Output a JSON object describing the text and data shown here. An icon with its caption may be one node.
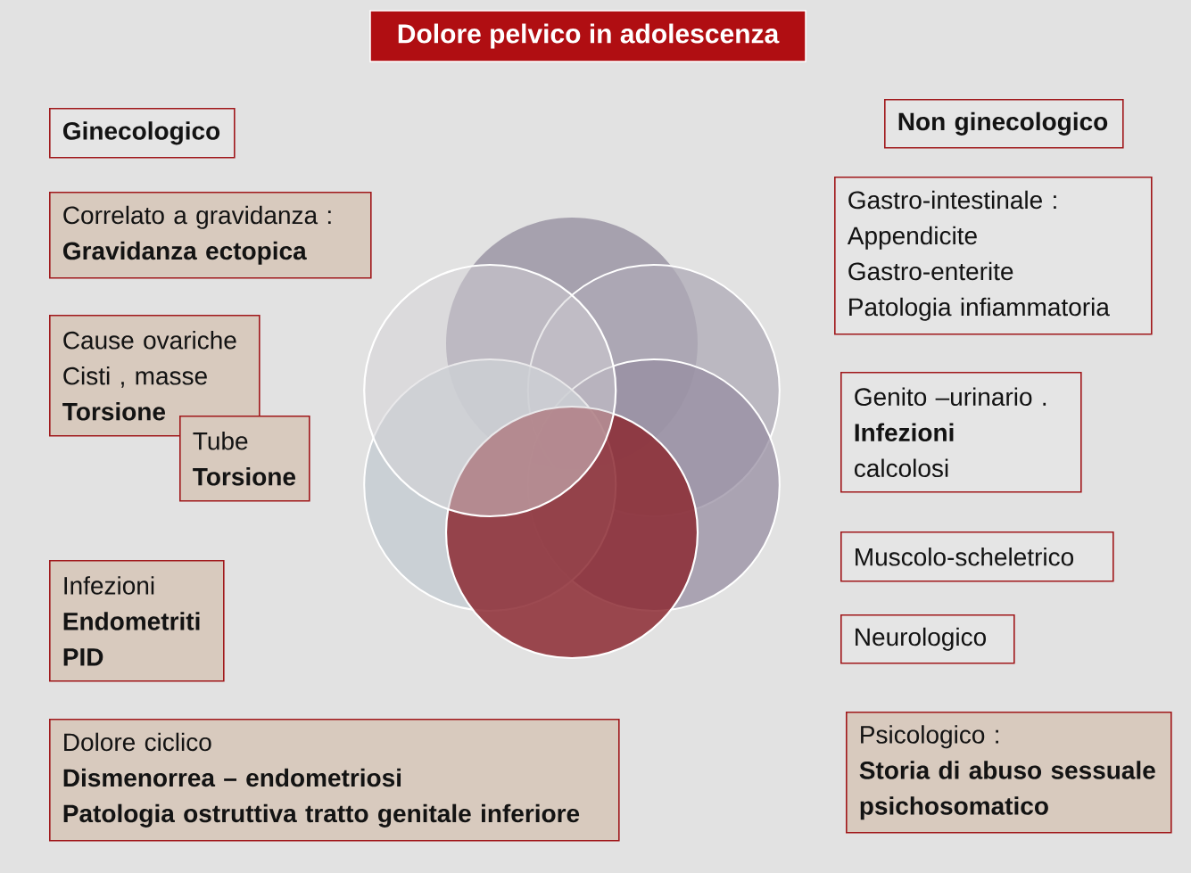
{
  "diagram": {
    "title": "Dolore pelvico in adolescenza",
    "nodes": [
      {
        "text": [
          "Ginecologico"
        ]
      },
      {
        "text": [
          "Correlato a gravidanza :",
          "Gravidanza ectopica"
        ]
      },
      {
        "text": [
          "Cause ovariche",
          "Cisti , masse",
          "Torsione"
        ]
      },
      {
        "text": [
          "Tube",
          "Torsione"
        ]
      },
      {
        "text": [
          "Infezioni",
          "Endometriti",
          "PID"
        ]
      },
      {
        "text": [
          "Dolore ciclico",
          "Dismenorrea – endometriosi",
          "Patologia ostruttiva tratto genitale inferiore"
        ]
      },
      {
        "text": [
          "Non ginecologico"
        ]
      },
      {
        "text": [
          "Gastro-intestinale :",
          "Appendicite",
          "Gastro-enterite",
          "Patologia infiammatoria"
        ]
      },
      {
        "text": [
          "Genito –urinario .",
          "Infezioni",
          "calcolosi"
        ]
      },
      {
        "text": [
          "Muscolo-scheletrico"
        ]
      },
      {
        "text": [
          "Neurologico"
        ]
      },
      {
        "text": [
          "Psicologico :",
          "Storia di abuso sessuale",
          "psichosomatico"
        ]
      }
    ]
  }
}
